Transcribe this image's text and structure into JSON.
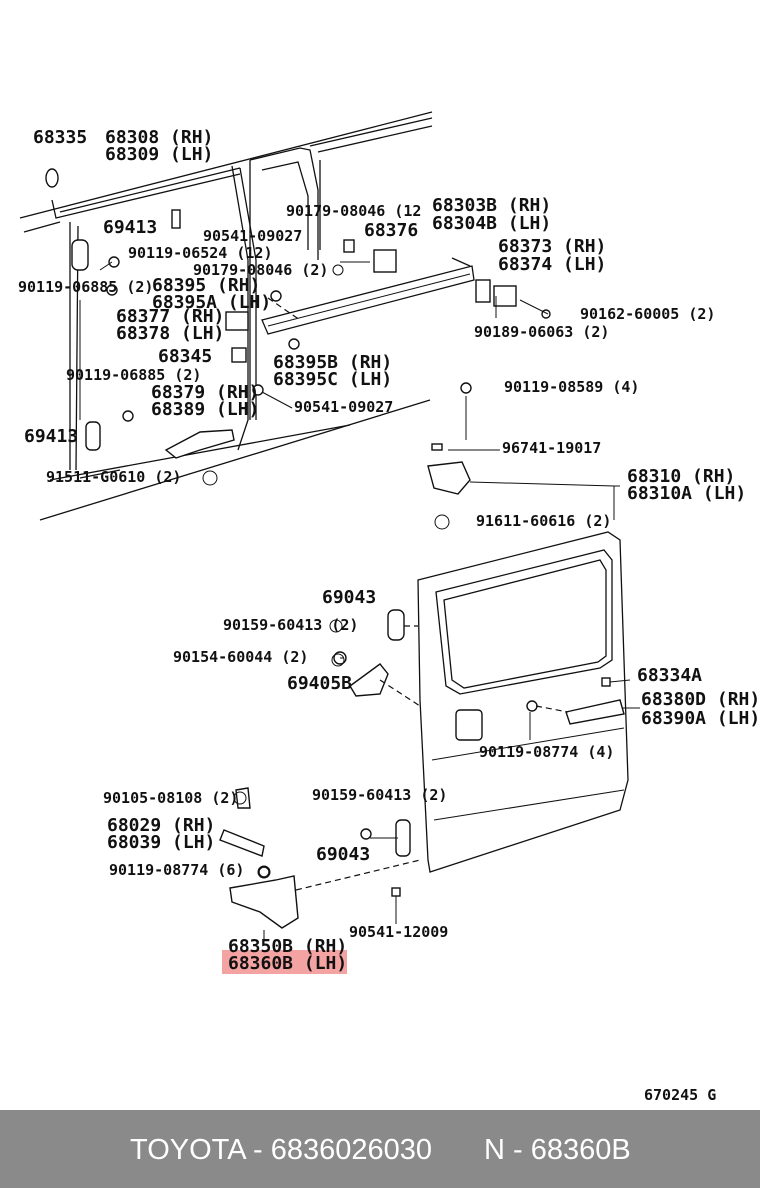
{
  "labels": {
    "l68335": "68335",
    "l68308": "68308 (RH)",
    "l68309": "68309 (LH)",
    "l69413a": "69413",
    "l90541_09027a": "90541-09027",
    "l90179a": "90179-08046 (12",
    "l68303b": "68303B (RH)",
    "l68304b": "68304B (LH)",
    "l68376": "68376",
    "l90119_06524": "90119-06524 (12)",
    "l90179b": "90179-08046 (2)",
    "l68373": "68373 (RH)",
    "l68374": "68374 (LH)",
    "l90119_06885a": "90119-06885 (2)",
    "l68395": "68395  (RH)",
    "l68395a": "68395A (LH)",
    "l90162": "90162-60005 (2)",
    "l68377": "68377 (RH)",
    "l68378": "68378 (LH)",
    "l90189": "90189-06063 (2)",
    "l68345": "68345",
    "l68395b": "68395B (RH)",
    "l68395c": "68395C (LH)",
    "l90119_06885b": "90119-06885 (2)",
    "l68379": "68379 (RH)",
    "l68389": "68389 (LH)",
    "l90541_09027b": "90541-09027",
    "l90119_08589": "90119-08589 (4)",
    "l69413b": "69413",
    "l96741": "96741-19017",
    "l91511": "91511-G0610 (2)",
    "l68310": "68310  (RH)",
    "l68310a": "68310A (LH)",
    "l91611": "91611-60616 (2)",
    "l69043a": "69043",
    "l90159_60413a": "90159-60413 (2)",
    "l90154": "90154-60044 (2)",
    "l68334a": "68334A",
    "l69405b": "69405B",
    "l68380d": "68380D (RH)",
    "l68390a": "68390A (LH)",
    "l90119_08774a": "90119-08774 (4)",
    "l90105": "90105-08108 (2)",
    "l90159_60413b": "90159-60413 (2)",
    "l68029": "68029 (RH)",
    "l68039": "68039 (LH)",
    "l69043b": "69043",
    "l90119_08774b": "90119-08774 (6)",
    "l90541_12009": "90541-12009",
    "l68350b": "68350B (RH)",
    "l68360b": "68360B (LH)",
    "fig_code": "670245 G"
  },
  "footer": {
    "left": "TOYOTA - 6836026030",
    "right": "N - 68360B"
  },
  "colors": {
    "highlight": "#f4a3a3",
    "footer_bg": "#8a8a8a"
  }
}
